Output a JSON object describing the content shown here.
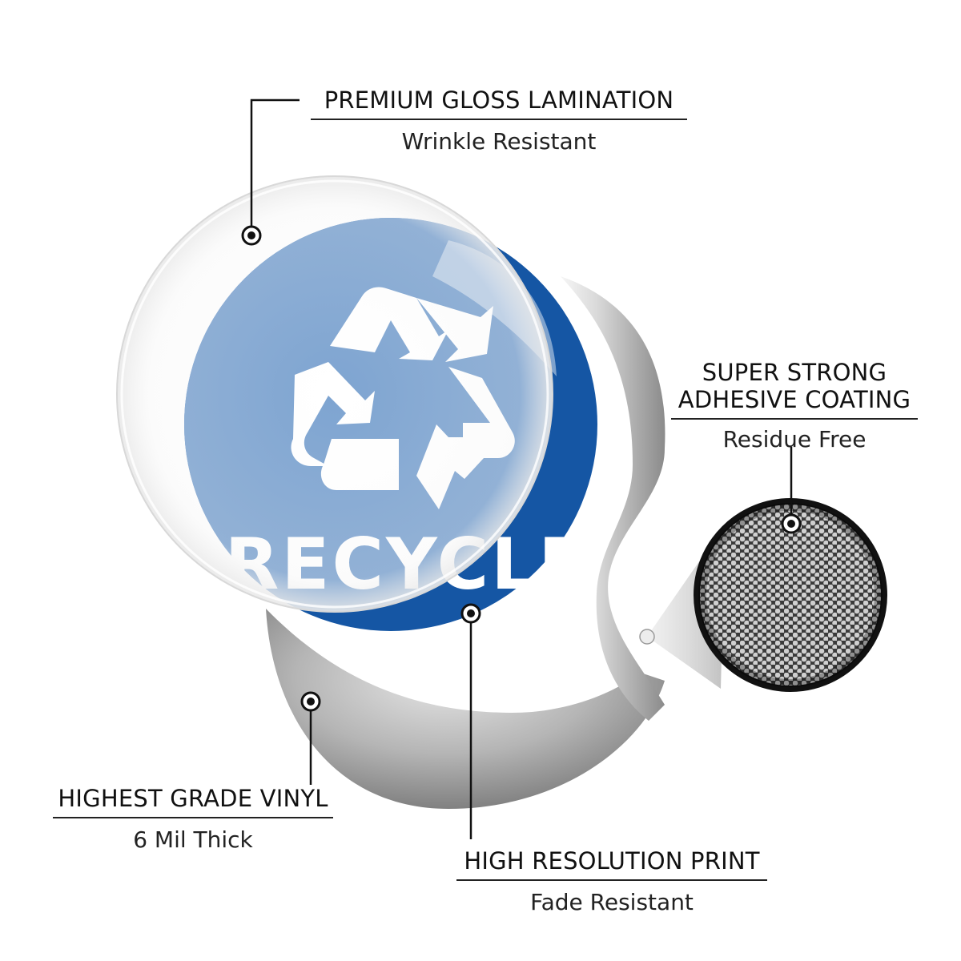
{
  "product": {
    "sticker_word": "RECYCLE",
    "colors": {
      "sticker_blue": "#1556a4",
      "sticker_blue_light": "#5f8ec4",
      "vinyl_gray": "#9a9a9a",
      "laminate": "#f3f3f3",
      "callout_line": "#111111"
    }
  },
  "callouts": {
    "lamination": {
      "title": "PREMIUM GLOSS LAMINATION",
      "subtitle": "Wrinkle Resistant"
    },
    "adhesive": {
      "title_line1": "SUPER STRONG",
      "title_line2": "ADHESIVE COATING",
      "subtitle": "Residue Free"
    },
    "vinyl": {
      "title": "HIGHEST GRADE VINYL",
      "subtitle": "6 Mil Thick"
    },
    "print": {
      "title": "HIGH RESOLUTION PRINT",
      "subtitle": "Fade Resistant"
    }
  },
  "icons": {
    "recycle": "recycle-symbol-icon",
    "marker": "callout-marker-icon",
    "magnifier": "adhesive-texture-magnifier"
  }
}
